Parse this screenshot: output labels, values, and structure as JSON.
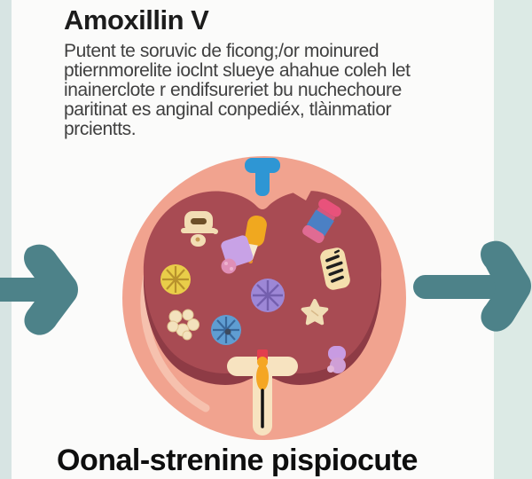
{
  "header": {
    "title": "Amoxillin V",
    "body_lines": [
      "Putent te soruvic de ficong;/or moinured",
      "ptiernmorelite ioclnt slueye ahahue coleh let",
      "inainerclote r endifsureriet bu nuchechoure",
      "paritinat es anginal conpediéx, tlàinmatior",
      "prcientts."
    ]
  },
  "footer": {
    "title": "Oonal-strenine pispiocute"
  },
  "illustration": {
    "description": "stomach cross-section with medicines and microbes, inlet funnel on top and dropper outlet at bottom",
    "icons": [
      "left-arrow-icon",
      "right-arrow-icon",
      "funnel-inlet-icon",
      "tooth-dispenser-icon",
      "drop-bottle-icon",
      "flask-icon",
      "citrus-yellow-icon",
      "citrus-purple-icon",
      "citrus-blue-icon",
      "popcorn-cluster-icon",
      "star-icon",
      "striped-pill-bottle-icon",
      "pill-bottle-icon",
      "purple-blob-icon",
      "dropper-outlet-icon"
    ]
  },
  "colors": {
    "background": "#fbfbfa",
    "left_band": "#d7e4e3",
    "right_band": "#dceae5",
    "arrow": "#4d8289",
    "outer_circle": "#f1a38f",
    "outer_highlight": "#f6c1ae",
    "inner_shape": "#a84b53",
    "inner_shadow": "#8e3b45",
    "inlet_blue": "#2e96d4",
    "cream": "#f3dfb6",
    "title_text": "#1c1c1c",
    "body_text": "#404040"
  }
}
